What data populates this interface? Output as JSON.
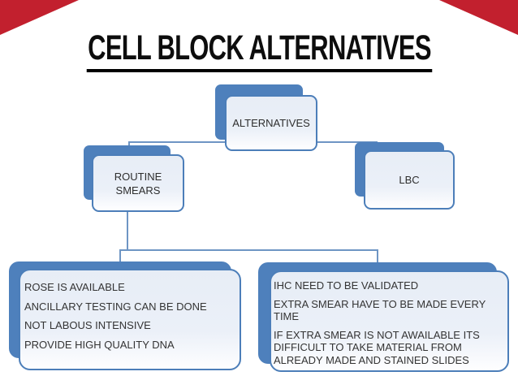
{
  "slide": {
    "title": "CELL BLOCK ALTERNATIVES"
  },
  "diagram": {
    "root": {
      "label": "ALTERNATIVES"
    },
    "routine_smears": {
      "label": "ROUTINE SMEARS"
    },
    "lbc": {
      "label": "LBC"
    },
    "routine_details": {
      "items": [
        "ROSE IS AVAILABLE",
        "ANCILLARY TESTING CAN BE DONE",
        "NOT LABOUS INTENSIVE",
        "PROVIDE HIGH QUALITY DNA"
      ]
    },
    "lbc_details": {
      "items": [
        "IHC NEED TO BE VALIDATED",
        "EXTRA SMEAR HAVE TO BE MADE EVERY TIME",
        "IF EXTRA SMEAR IS NOT AWAILABLE ITS DIFFICULT TO TAKE MATERIAL FROM ALREADY MADE AND STAINED SLIDES"
      ]
    }
  },
  "colors": {
    "accent_blue": "#4E80BC",
    "connector_blue": "#6E95C4",
    "corner_red": "#C2202E",
    "box_fill_light": "#E8EEF6",
    "title_color": "#0D0D0D"
  }
}
